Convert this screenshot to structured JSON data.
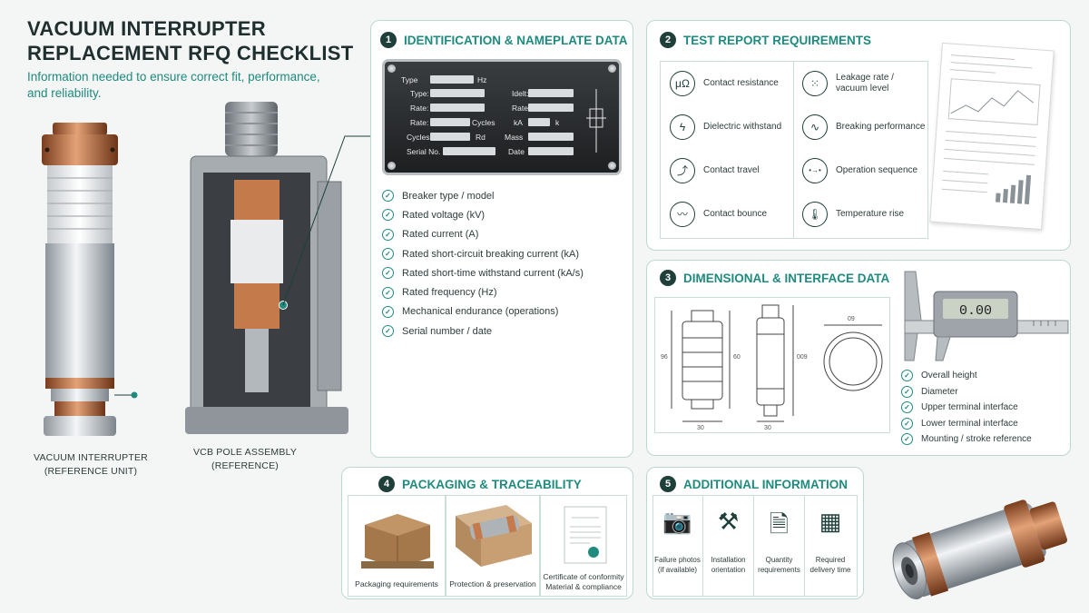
{
  "header": {
    "title": "VACUUM INTERRUPTER REPLACEMENT RFQ CHECKLIST",
    "subtitle": "Information needed to ensure correct fit, performance, and reliability."
  },
  "left": {
    "interrupter_caption_1": "VACUUM INTERRUPTER",
    "interrupter_caption_2": "(REFERENCE UNIT)",
    "pole_caption_1": "VCB POLE ASSEMBLY",
    "pole_caption_2": "(REFERENCE)"
  },
  "section1": {
    "number": "1",
    "title": "IDENTIFICATION & NAMEPLATE DATA",
    "plate": {
      "r1a": "Type",
      "r1b": "Hz",
      "r2a": "Type:",
      "r2b": "Idelt:",
      "r3a": "Rate:",
      "r3b": "Rate:",
      "r4a": "Rate:",
      "r4b": "Cycles",
      "r4c": "kA",
      "r4d": "k",
      "r5a": "Cycles",
      "r5b": "Rd",
      "r5c": "Mass",
      "r6a": "Serial No.",
      "r6b": "Date"
    },
    "items": [
      "Breaker type / model",
      "Rated voltage (kV)",
      "Rated current (A)",
      "Rated short-circuit breaking current (kA)",
      "Rated short-time withstand current (kA/s)",
      "Rated frequency (Hz)",
      "Mechanical endurance (operations)",
      "Serial number / date"
    ]
  },
  "section2": {
    "number": "2",
    "title": "TEST REPORT REQUIREMENTS",
    "items": [
      {
        "label": "Contact resistance",
        "icon": "micro-ohm-icon",
        "glyph": "μΩ"
      },
      {
        "label": "Leakage rate / vacuum level",
        "icon": "vacuum-dots-icon",
        "glyph": "⁙"
      },
      {
        "label": "Dielectric withstand",
        "icon": "lightning-icon",
        "glyph": "ϟ"
      },
      {
        "label": "Breaking performance",
        "icon": "arc-wave-icon",
        "glyph": "∿"
      },
      {
        "label": "Contact travel",
        "icon": "travel-curve-icon",
        "glyph": "⤴"
      },
      {
        "label": "Operation sequence",
        "icon": "sequence-icon",
        "glyph": "•→•"
      },
      {
        "label": "Contact bounce",
        "icon": "bounce-wave-icon",
        "glyph": "〰"
      },
      {
        "label": "Temperature rise",
        "icon": "thermometer-icon",
        "glyph": "🌡"
      }
    ]
  },
  "section3": {
    "number": "3",
    "title": "DIMENSIONAL & INTERFACE DATA",
    "caliper_reading": "0.00",
    "drawing_labels": {
      "h1": "96",
      "h2": "60",
      "h3": "009",
      "w1": "30",
      "w2": "30",
      "d1": "09"
    },
    "items": [
      "Overall height",
      "Diameter",
      "Upper terminal interface",
      "Lower terminal interface",
      "Mounting / stroke reference"
    ]
  },
  "section4": {
    "number": "4",
    "title": "PACKAGING & TRACEABILITY",
    "items": [
      {
        "label": "Packaging requirements"
      },
      {
        "label": "Protection & preservation"
      },
      {
        "label": "Certificate of conformity",
        "label2": "Material & compliance"
      }
    ]
  },
  "section5": {
    "number": "5",
    "title": "ADDITIONAL INFORMATION",
    "items": [
      {
        "l1": "Failure photos",
        "l2": "(if available)",
        "icon": "camera-icon",
        "glyph": "📷"
      },
      {
        "l1": "Installation",
        "l2": "orientation",
        "icon": "tools-icon",
        "glyph": "⚒"
      },
      {
        "l1": "Quantity",
        "l2": "requirements",
        "icon": "document-icon",
        "glyph": "🗎"
      },
      {
        "l1": "Required",
        "l2": "delivery time",
        "icon": "calendar-icon",
        "glyph": "▦"
      }
    ]
  },
  "colors": {
    "accent": "#1f8a7e",
    "dark": "#1f3f3b",
    "copper": "#c47a4a",
    "border": "#bcd8d3"
  }
}
